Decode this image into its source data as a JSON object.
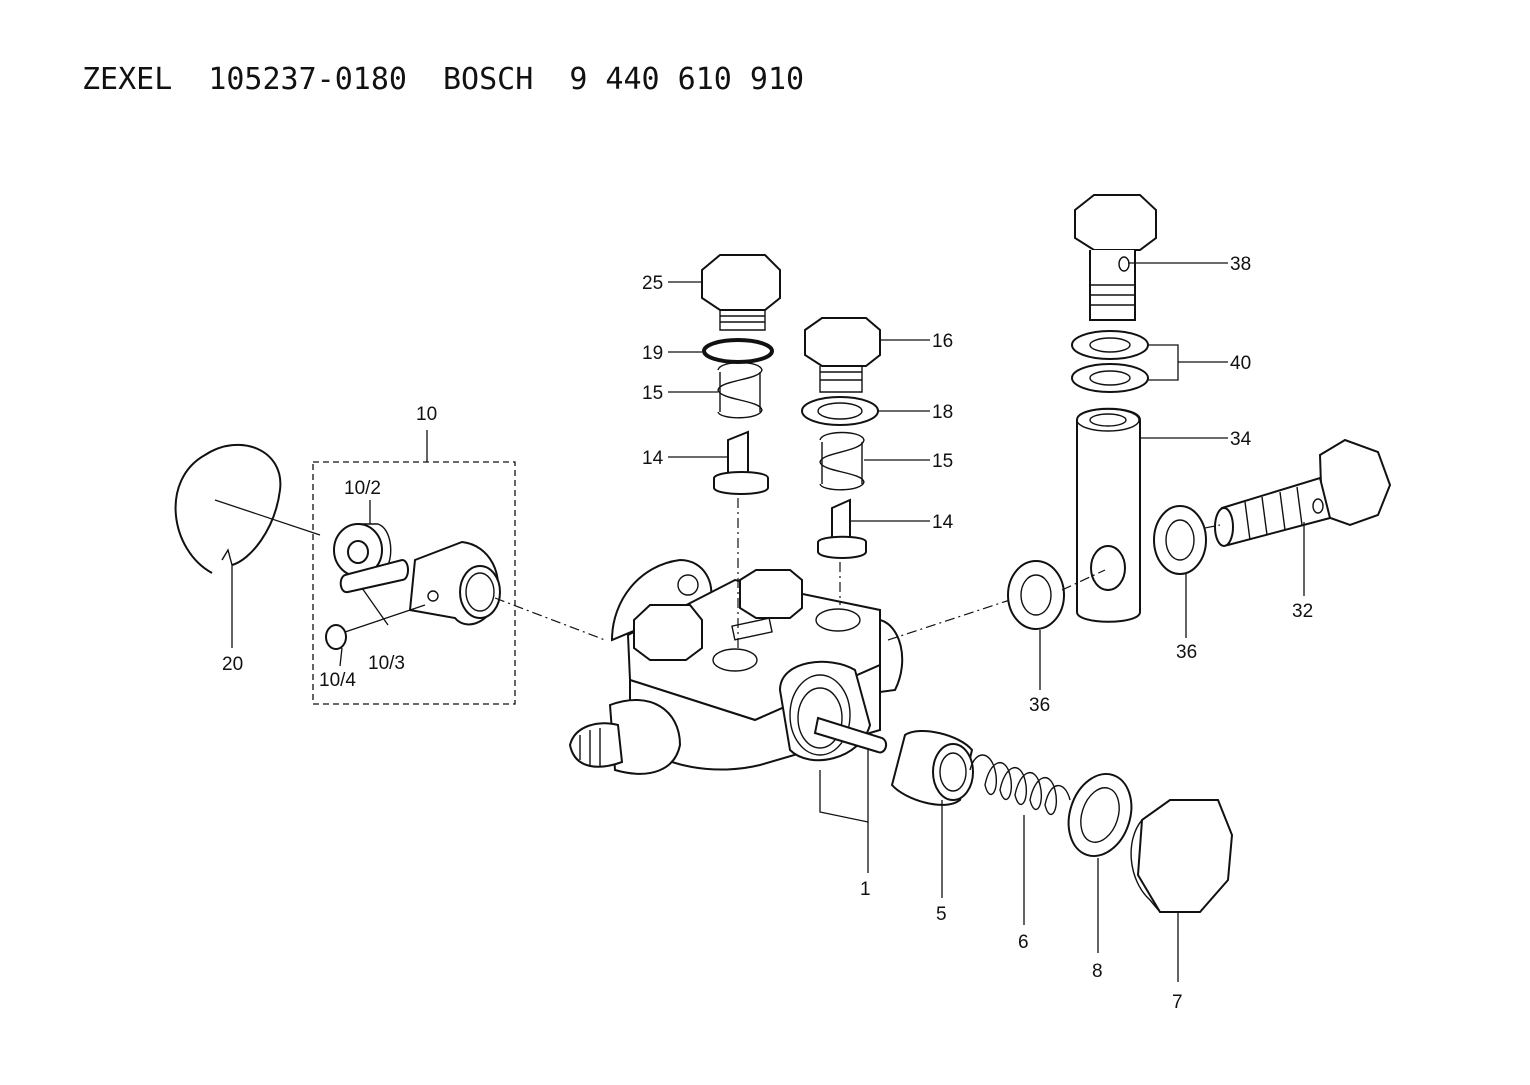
{
  "title": {
    "brand1": "ZEXEL",
    "part_no1": "105237-0180",
    "brand2": "BOSCH",
    "part_no2": "9 440 610 910"
  },
  "callouts": {
    "c1": "1",
    "c5": "5",
    "c6": "6",
    "c7": "7",
    "c8": "8",
    "c10": "10",
    "c10_2": "10/2",
    "c10_3": "10/3",
    "c10_4": "10/4",
    "c14a": "14",
    "c14b": "14",
    "c15a": "15",
    "c15b": "15",
    "c16": "16",
    "c18": "18",
    "c19": "19",
    "c20": "20",
    "c25": "25",
    "c32": "32",
    "c34": "34",
    "c36a": "36",
    "c36b": "36",
    "c38": "38",
    "c40": "40"
  }
}
